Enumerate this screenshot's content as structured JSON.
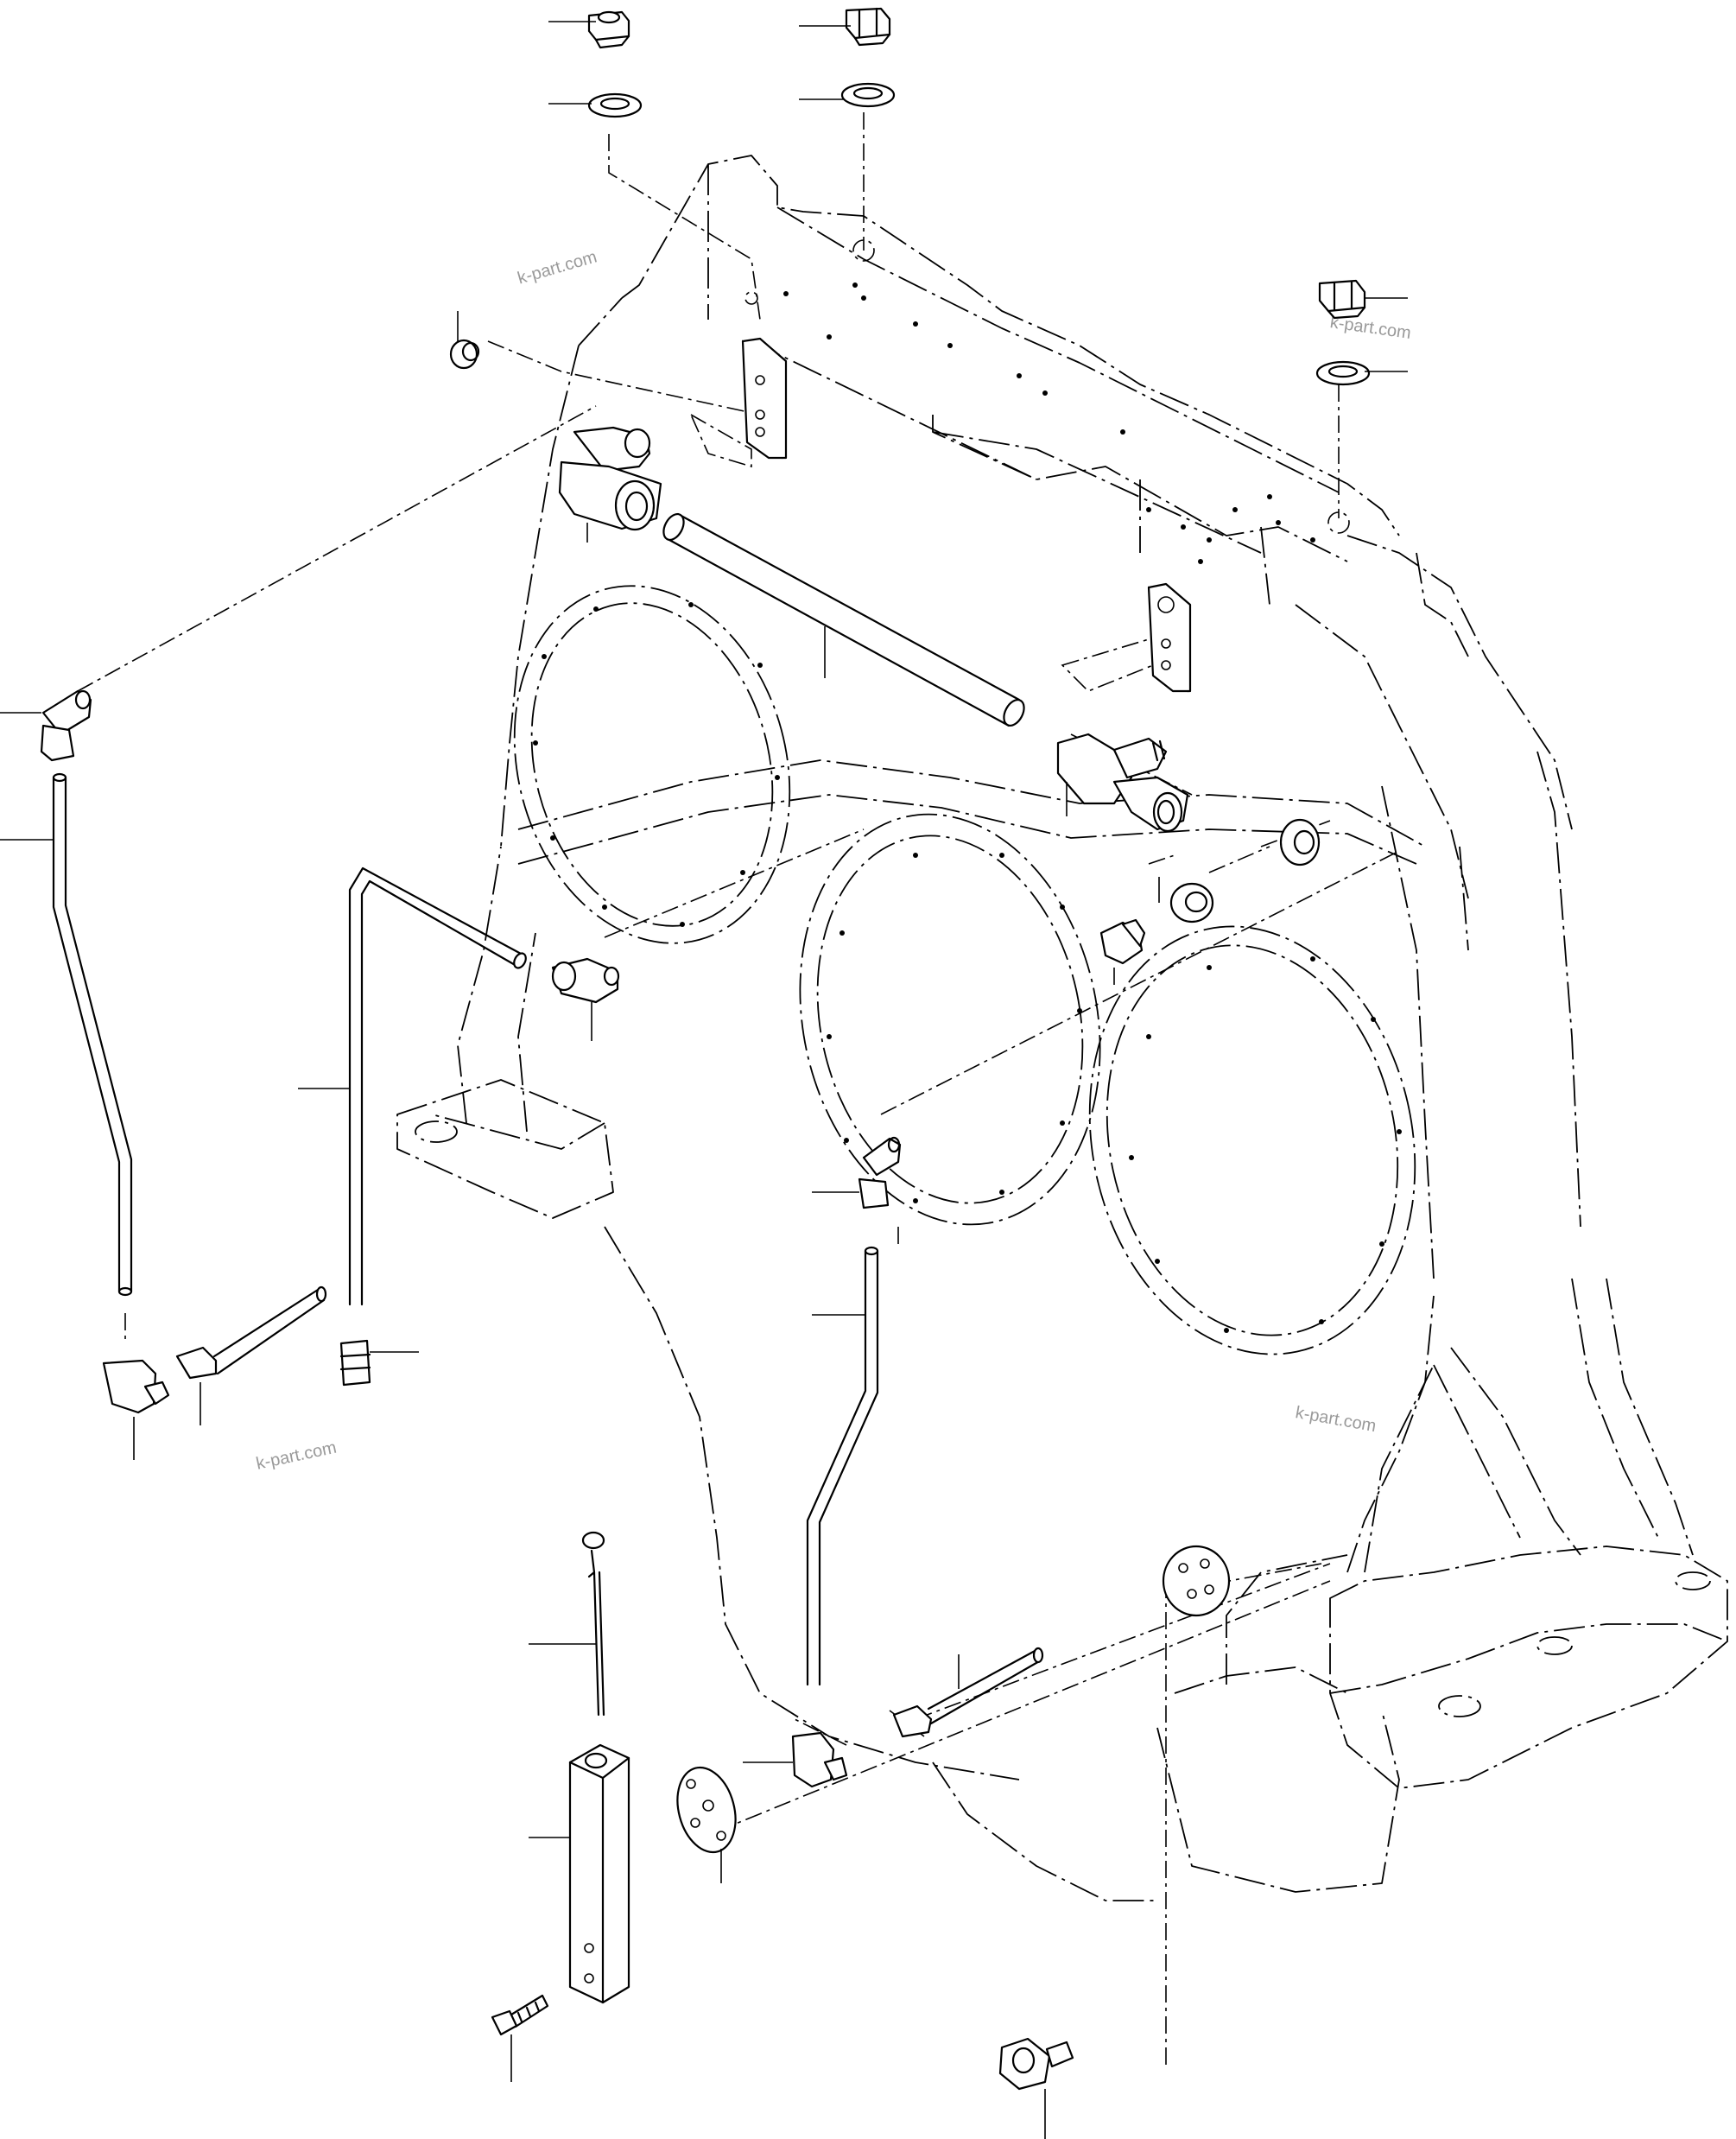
{
  "watermarks": [
    "k-part.com",
    "k-part.com",
    "k-part.com",
    "k-part.com"
  ],
  "diagram": {
    "colors": {
      "line": "#000000",
      "background": "#ffffff",
      "watermark": "#9a9a9a"
    },
    "parts": [
      "housing",
      "plug-top-left",
      "washer-top-left",
      "plug-top-center",
      "washer-top-center",
      "plug-top-right",
      "washer-top-right",
      "small-plug-left",
      "elbow-fitting-upper",
      "tube-straight",
      "tee-fitting",
      "washer-right",
      "plug-right",
      "elbow-fitting-left",
      "tube-left",
      "tube-bent-center",
      "elbow-fitting-center",
      "connector-center",
      "elbow-fitting-lower-left",
      "hose-lower-left",
      "elbow-fitting-mid",
      "tube-mid",
      "elbow-fitting-bottom",
      "hose-bottom",
      "dipstick",
      "dipstick-guide",
      "gasket",
      "bolt",
      "drain-plug",
      "cover-plate"
    ]
  }
}
